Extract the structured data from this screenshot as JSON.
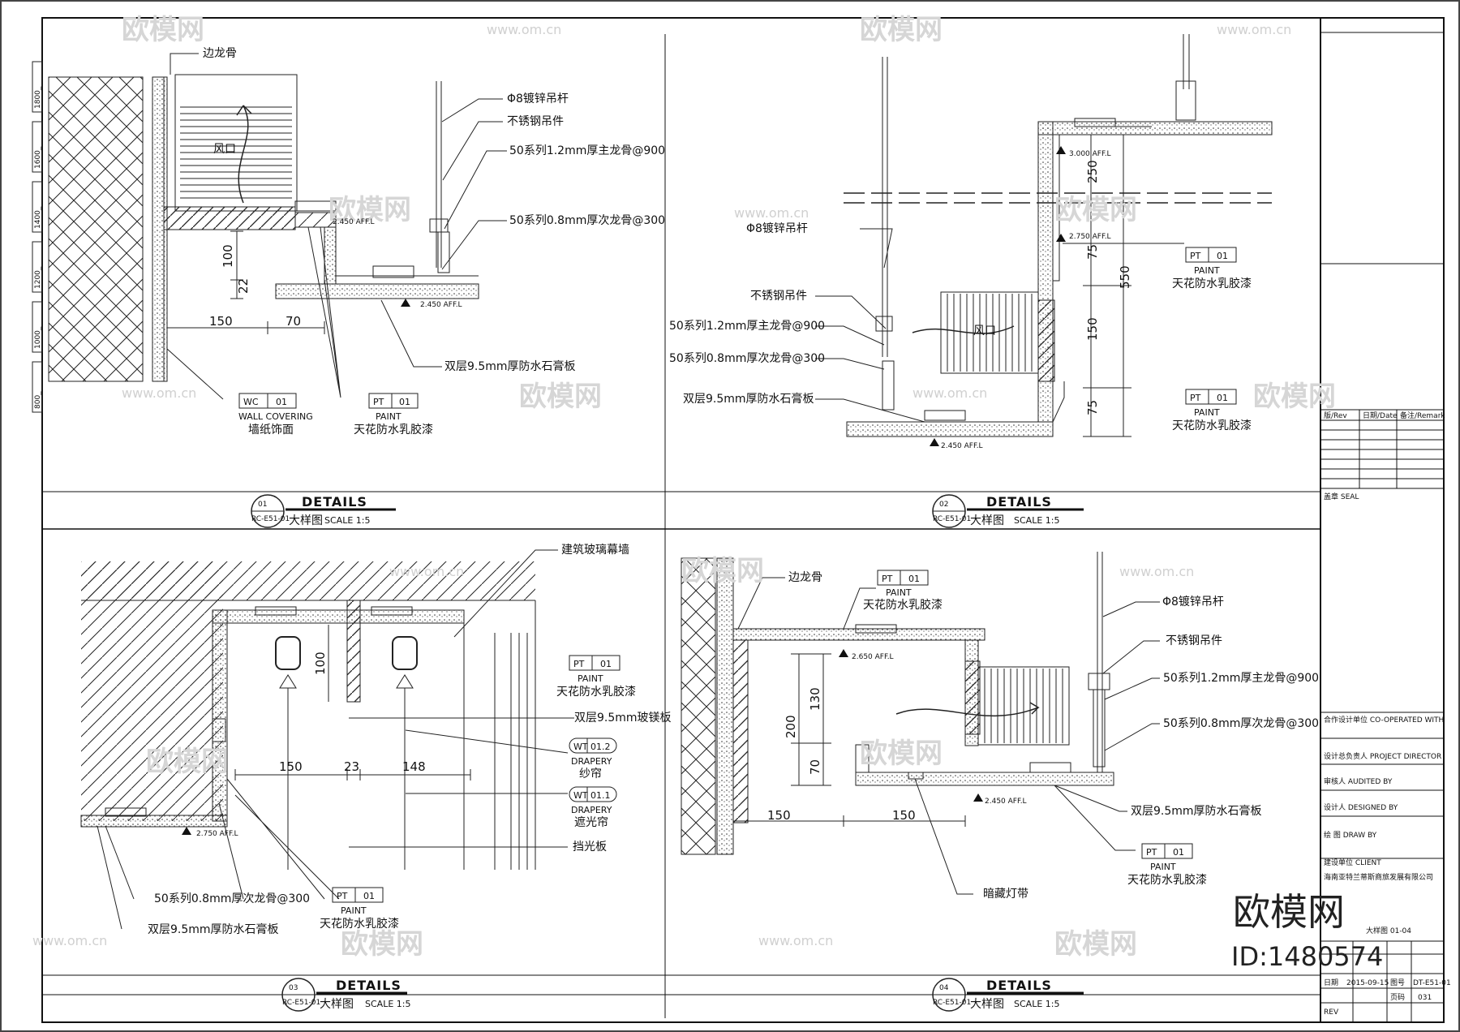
{
  "watermark": {
    "brand": "欧模网",
    "url": "www.om.cn"
  },
  "overlay": {
    "brand": "欧模网",
    "id": "ID:1480574"
  },
  "panels": [
    {
      "num": "01",
      "ref": "RC-E51-01",
      "title": "DETAILS",
      "subtitle": "大样图",
      "scale": "SCALE 1:5",
      "labels": {
        "edge_keel": "边龙骨",
        "rod": "Φ8镀锌吊杆",
        "hanger": "不锈钢吊件",
        "main_keel": "50系列1.2mm厚主龙骨@900",
        "sub_keel": "50系列0.8mm厚次龙骨@300",
        "vent": "风口",
        "board": "双层9.5mm厚防水石膏板",
        "level": "2.450 AFF.L"
      },
      "tags": [
        {
          "code": "WC",
          "num": "01",
          "en": "WALL COVERING",
          "cn": "墙纸饰面"
        },
        {
          "code": "PT",
          "num": "01",
          "en": "PAINT",
          "cn": "天花防水乳胶漆"
        }
      ],
      "dims": [
        "150",
        "70",
        "100",
        "22"
      ]
    },
    {
      "num": "02",
      "ref": "RC-E51-01",
      "title": "DETAILS",
      "subtitle": "大样图",
      "scale": "SCALE 1:5",
      "labels": {
        "rod": "Φ8镀锌吊杆",
        "hanger": "不锈钢吊件",
        "main_keel": "50系列1.2mm厚主龙骨@900",
        "sub_keel": "50系列0.8mm厚次龙骨@300",
        "board": "双层9.5mm厚防水石膏板",
        "vent": "风口",
        "level_top": "3.000 AFF.L",
        "level_mid": "2.750 AFF.L",
        "level_bot": "2.450 AFF.L"
      },
      "tags": [
        {
          "code": "PT",
          "num": "01",
          "en": "PAINT",
          "cn": "天花防水乳胶漆"
        },
        {
          "code": "PT",
          "num": "01",
          "en": "PAINT",
          "cn": "天花防水乳胶漆"
        }
      ],
      "dims": [
        "250",
        "75",
        "550",
        "150",
        "75"
      ]
    },
    {
      "num": "03",
      "ref": "RC-E51-01",
      "title": "DETAILS",
      "subtitle": "大样图",
      "scale": "SCALE 1:5",
      "labels": {
        "curtain_wall": "建筑玻璃幕墙",
        "mgo_board": "双层9.5mm玻镁板",
        "baffle": "挡光板",
        "sub_keel": "50系列0.8mm厚次龙骨@300",
        "board": "双层9.5mm厚防水石膏板",
        "level": "2.750 AFF.L"
      },
      "tags": [
        {
          "code": "PT",
          "num": "01",
          "en": "PAINT",
          "cn": "天花防水乳胶漆"
        },
        {
          "code": "WT",
          "num": "01.2",
          "en": "DRAPERY",
          "cn": "纱帘"
        },
        {
          "code": "WT",
          "num": "01.1",
          "en": "DRAPERY",
          "cn": "遮光帘"
        },
        {
          "code": "PT",
          "num": "01",
          "en": "PAINT",
          "cn": "天花防水乳胶漆"
        }
      ],
      "dims": [
        "100",
        "150",
        "23",
        "148"
      ]
    },
    {
      "num": "04",
      "ref": "RC-E51-01",
      "title": "DETAILS",
      "subtitle": "大样图",
      "scale": "SCALE 1:5",
      "labels": {
        "edge_keel": "边龙骨",
        "rod": "Φ8镀锌吊杆",
        "hanger": "不锈钢吊件",
        "main_keel": "50系列1.2mm厚主龙骨@900",
        "sub_keel": "50系列0.8mm厚次龙骨@300",
        "board": "双层9.5mm厚防水石膏板",
        "led": "暗藏灯带",
        "level_top": "2.650 AFF.L",
        "level_bot": "2.450 AFF.L"
      },
      "tags": [
        {
          "code": "PT",
          "num": "01",
          "en": "PAINT",
          "cn": "天花防水乳胶漆"
        },
        {
          "code": "PT",
          "num": "01",
          "en": "PAINT",
          "cn": "天花防水乳胶漆"
        }
      ],
      "dims": [
        "130",
        "200",
        "70",
        "150",
        "150"
      ]
    }
  ],
  "side_stamps": [
    "1800_",
    "1600_",
    "1400_",
    "1200_",
    "1000_",
    "800_"
  ],
  "title_block": {
    "rev_headers": [
      "版/Rev",
      "日期/Date",
      "备注/Remark"
    ],
    "seal": "盖章 SEAL",
    "cooperate": "合作设计单位 CO-OPERATED WITH",
    "director": "设计总负责人 PROJECT DIRECTOR",
    "audited": "审核人 AUDITED BY",
    "designed": "设计人 DESIGNED BY",
    "drawn": "绘    图 DRAW BY",
    "client_label": "建设单位 CLIENT",
    "client": "海南亚特兰蒂斯商旅发展有限公司",
    "drawing_title": "大样图 01-04",
    "date_label": "日期",
    "date": "2015-09-15",
    "drawing_no_label": "图号",
    "drawing_no": "DT-E51-01",
    "page_label": "页码",
    "page": "031",
    "rev_label": "REV"
  }
}
